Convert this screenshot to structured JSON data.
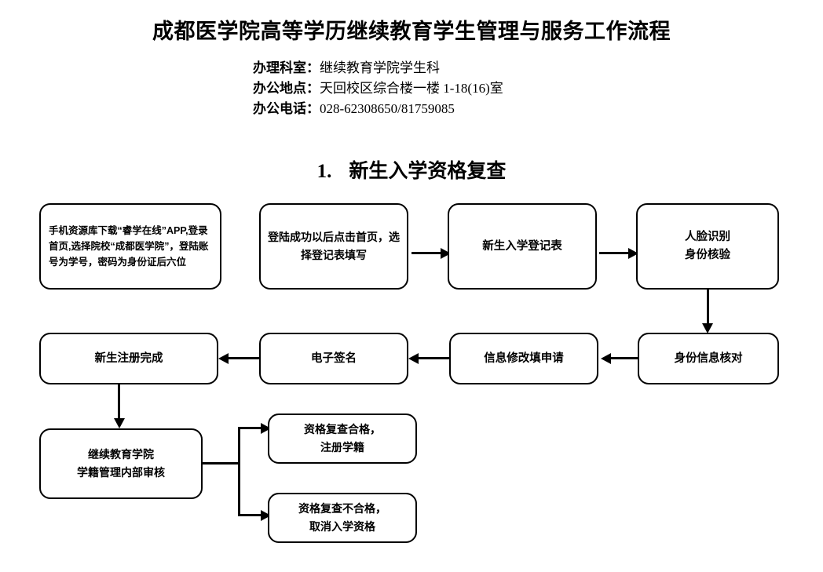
{
  "document": {
    "title": "成都医学院高等学历继续教育学生管理与服务工作流程",
    "info": [
      {
        "label": "办理科室：",
        "value": "继续教育学院学生科"
      },
      {
        "label": "办公地点：",
        "value": "天回校区综合楼一楼 1-18(16)室"
      },
      {
        "label": "办公电话：",
        "value": "028-62308650/81759085"
      }
    ],
    "section": {
      "number": "1.",
      "heading": "新生入学资格复查"
    }
  },
  "flowchart": {
    "nodes": [
      {
        "id": "n1",
        "text": "手机资源库下载“睿学在线”APP,登录首页,选择院校“成都医学院”，登陆账号为学号，密码为身份证后六位"
      },
      {
        "id": "n2",
        "text": "登陆成功以后点击首页，选择登记表填写"
      },
      {
        "id": "n3",
        "text": "新生入学登记表"
      },
      {
        "id": "n4",
        "text": "人脸识别\n身份核验"
      },
      {
        "id": "n5",
        "text": "身份信息核对"
      },
      {
        "id": "n6",
        "text": "信息修改填申请"
      },
      {
        "id": "n7",
        "text": "电子签名"
      },
      {
        "id": "n8",
        "text": "新生注册完成"
      },
      {
        "id": "n9",
        "text": "继续教育学院\n学籍管理内部审核"
      },
      {
        "id": "n10",
        "text": "资格复查合格，\n注册学籍"
      },
      {
        "id": "n11",
        "text": "资格复查不合格，\n取消入学资格"
      }
    ],
    "colors": {
      "stroke": "#000000",
      "fill": "#ffffff"
    }
  }
}
